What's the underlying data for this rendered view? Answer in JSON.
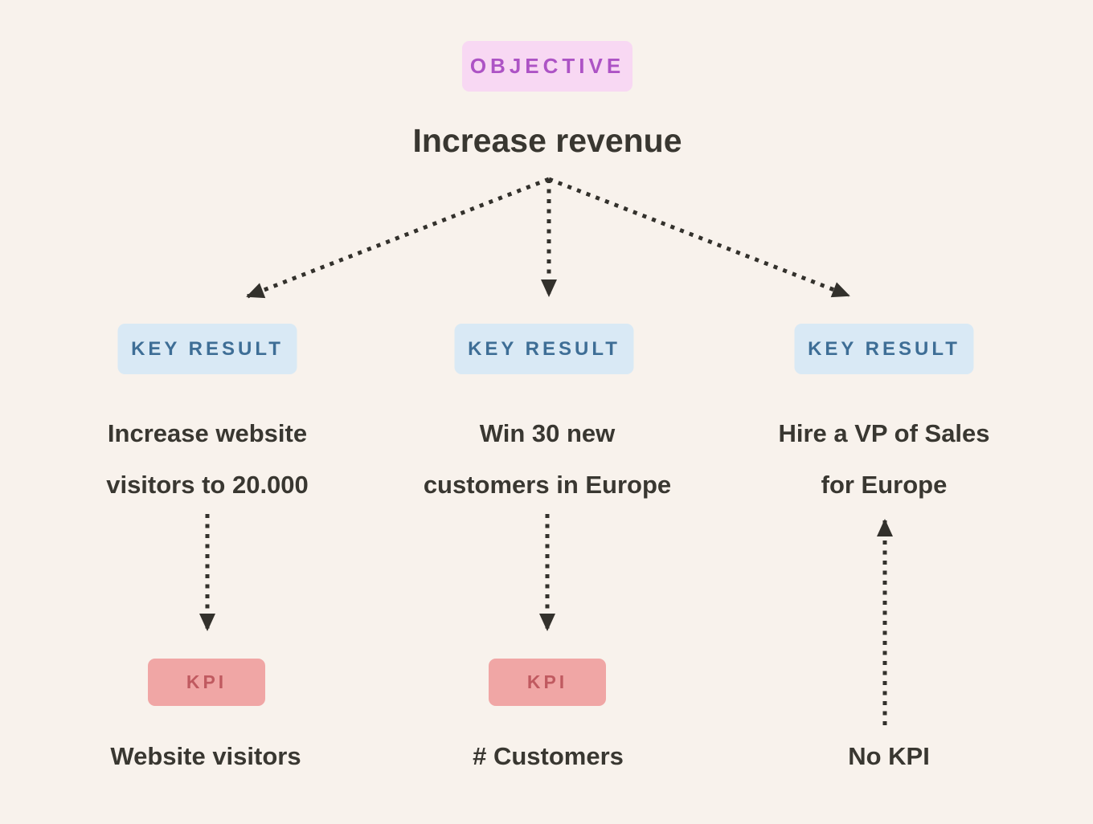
{
  "page": {
    "background_color": "#f8f2ec",
    "text_color": "#393731",
    "arrow_color": "#33312c",
    "arrow_style": "dotted"
  },
  "objective": {
    "badge_label": "OBJECTIVE",
    "badge_bg": "#f8d8f3",
    "badge_text_color": "#ad53c5",
    "title": "Increase revenue"
  },
  "key_result_style": {
    "badge_bg": "#d9e9f5",
    "badge_text_color": "#3e6e96"
  },
  "kpi_style": {
    "badge_bg": "#f0a6a5",
    "badge_text_color": "#c05a60"
  },
  "columns": [
    {
      "key_result_badge": "KEY RESULT",
      "key_result_line1": "Increase website",
      "key_result_line2": "visitors to 20.000",
      "kpi_badge": "KPI",
      "kpi_label": "Website visitors",
      "kpi_arrow_direction": "down"
    },
    {
      "key_result_badge": "KEY RESULT",
      "key_result_line1": "Win 30 new",
      "key_result_line2": "customers in Europe",
      "kpi_badge": "KPI",
      "kpi_label": "# Customers",
      "kpi_arrow_direction": "down"
    },
    {
      "key_result_badge": "KEY RESULT",
      "key_result_line1": "Hire a VP of Sales",
      "key_result_line2": "for Europe",
      "kpi_badge": null,
      "kpi_label": "No KPI",
      "kpi_arrow_direction": "up"
    }
  ]
}
